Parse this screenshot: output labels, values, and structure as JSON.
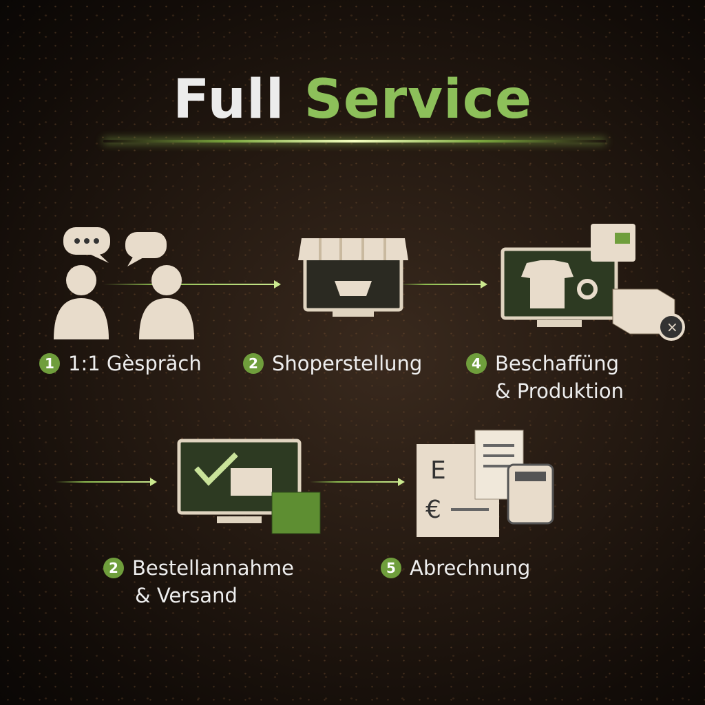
{
  "title": {
    "part1": "Full",
    "part2": "Service"
  },
  "steps": [
    {
      "number": "1",
      "label": "1:1 Gèspräch"
    },
    {
      "number": "2",
      "label": "Shoperstellung"
    },
    {
      "number": "4",
      "label": "Beschaffüng",
      "label2": "& Produktion"
    },
    {
      "number": "2",
      "label": "Bestellannahme",
      "label2": "& Versand"
    },
    {
      "number": "5",
      "label": "Abrechnung"
    }
  ],
  "icons": {
    "step1": "conversation-icon",
    "step2": "shop-icon",
    "step3": "production-icon",
    "step4": "order-shipping-icon",
    "step5": "invoice-icon"
  },
  "colors": {
    "accent": "#8dc05a",
    "badge": "#6f9e3c"
  }
}
